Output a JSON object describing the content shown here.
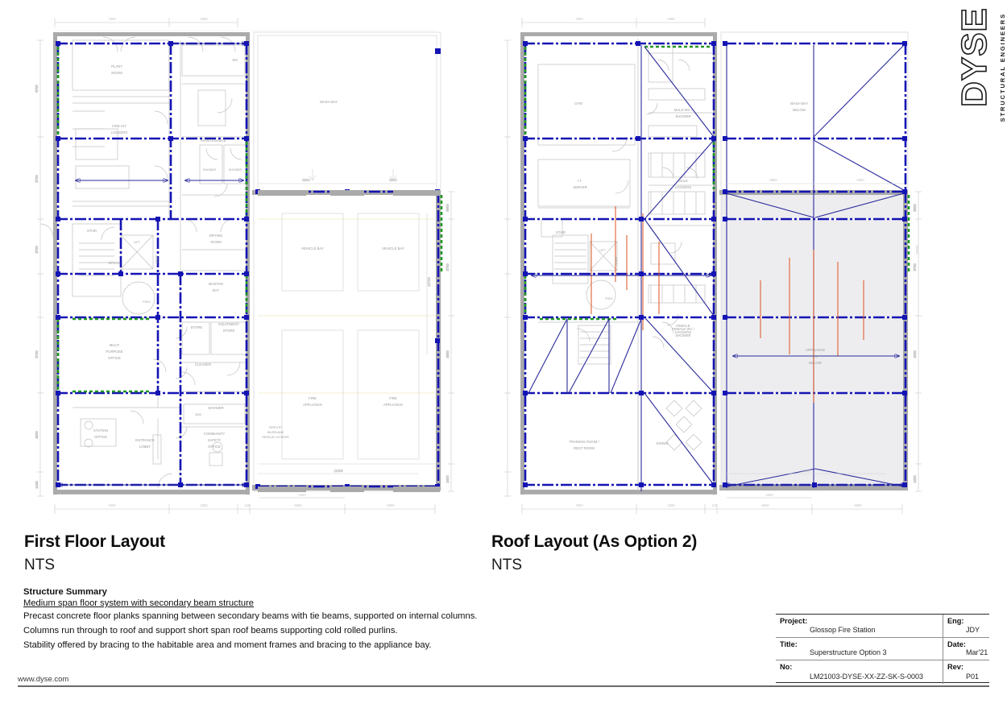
{
  "logo": {
    "wordmark": "DYSE",
    "tagline": "STRUCTURAL ENGINEERS"
  },
  "plans": [
    {
      "id": "first-floor",
      "title": "First Floor Layout",
      "scale": "NTS",
      "rooms": [
        "PLANT ROOM",
        "FIRE KIT LOCKERS",
        "WC",
        "MAINTENANCE",
        "SHOWER",
        "SHOWER",
        "DRYING ROOM",
        "STAIR",
        "STORE",
        "LIFT",
        "MUSTER BAY",
        "POLE",
        "STORE",
        "EQUIPMENT STORE",
        "CLEANER",
        "MULTI PURPOSE OFFICE",
        "STATION OFFICE",
        "ENTRANCE LOBBY",
        "COMMUNITY SAFETY OFFICE",
        "SHOWER",
        "WASH BAY",
        "VEHICLE BAY",
        "VEHICLE BAY",
        "FIRE APPLIANCE",
        "FIRE APPLIANCE",
        "FIRE KIT/ INLAND RESCUE LOCKERS"
      ],
      "dimensions_top": [
        "7500",
        "4350"
      ],
      "dimensions_bottom": [
        "7500",
        "4350",
        "210",
        "5900",
        "5900"
      ],
      "dimensions_inner": [
        "4260",
        "11605",
        "5900",
        "5900"
      ],
      "dimensions_left": [
        "5700",
        "5700",
        "5700",
        "5700",
        "4000",
        "1440"
      ],
      "dimensions_right": [
        "5900",
        "5700",
        "5700",
        "4000",
        "2400"
      ]
    },
    {
      "id": "roof",
      "title": "Roof Layout (As Option 2)",
      "scale": "NTS",
      "rooms": [
        "GYM",
        "MALE WC / SHOWER",
        "MALE LOCKERS",
        "I.T. SERVER",
        "STAIR",
        "LIFT",
        "FEMALE LOCKERS",
        "POLE",
        "FEMALE WC / SHOWER",
        "TRAINING ROOM / REST ROOM",
        "DINING",
        "WASH BAY BELOW",
        "APPLIANCE BAY BELOW"
      ],
      "dimensions_top": [
        "7500",
        "4350"
      ],
      "dimensions_bottom": [
        "7500",
        "4350",
        "210",
        "5900",
        "5900"
      ],
      "dimensions_inner": [
        "4260",
        "11605",
        "5900",
        "5900"
      ],
      "dimensions_left": [
        "5700",
        "5700",
        "5700",
        "5700",
        "4000",
        "1440"
      ],
      "dimensions_right": [
        "5900",
        "5700",
        "5700",
        "4000",
        "2400"
      ]
    }
  ],
  "summary": {
    "heading": "Structure Summary",
    "subheading": "Medium span floor system with secondary beam structure",
    "lines": [
      "Precast concrete floor planks spanning between secondary beams with tie beams, supported on internal columns.",
      "Columns run through to roof and support short span roof beams supporting cold rolled purlins.",
      "Stability offered by bracing to the habitable area and moment frames and bracing to the appliance bay."
    ]
  },
  "footer": {
    "url": "www.dyse.com"
  },
  "titleblock": {
    "project_label": "Project:",
    "project_value": "Glossop Fire Station",
    "eng_label": "Eng:",
    "eng_value": "JDY",
    "title_label": "Title:",
    "title_value": "Superstructure Option 3",
    "date_label": "Date:",
    "date_value": "Mar'21",
    "no_label": "No:",
    "no_value": "LM21003-DYSE-XX-ZZ-SK-S-0003",
    "rev_label": "Rev:",
    "rev_value": "P01"
  },
  "colors": {
    "structural_blue": "#1414b4",
    "bracing_green": "#1f9620",
    "column_orange": "#e06030",
    "wall_grey": "#8d8d8d",
    "thin_grey": "#b8b8b8",
    "text_dark": "#111111"
  }
}
